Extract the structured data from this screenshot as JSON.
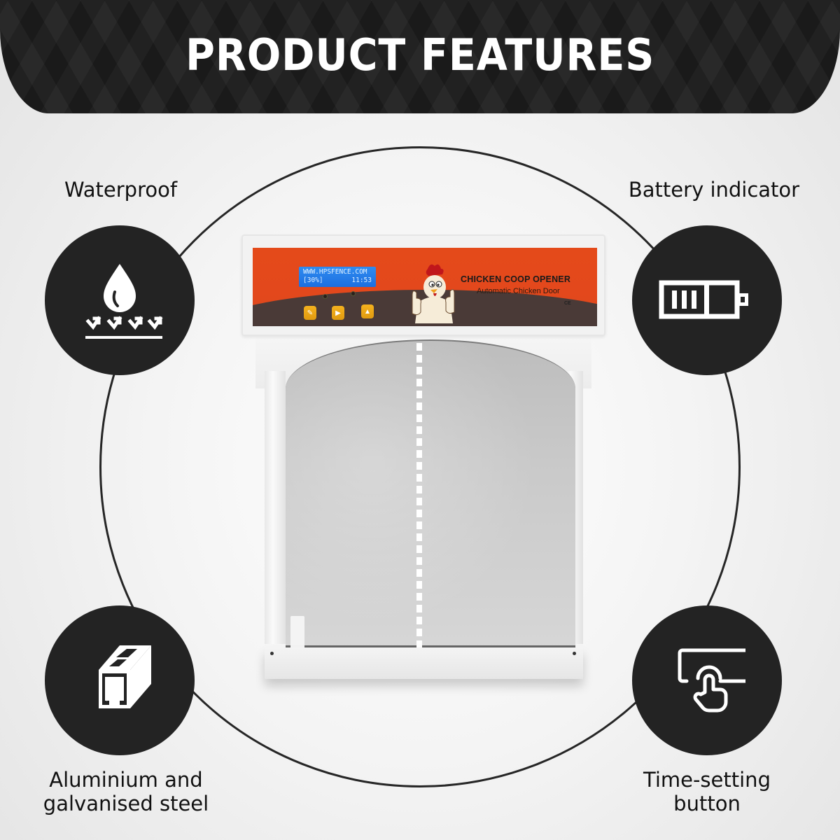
{
  "header": {
    "title": "PRODUCT FEATURES"
  },
  "features": [
    {
      "id": "waterproof",
      "label": "Waterproof",
      "icon": "water-drop-icon"
    },
    {
      "id": "battery",
      "label": "Battery indicator",
      "icon": "battery-icon"
    },
    {
      "id": "material",
      "label_line1": "Aluminium and",
      "label_line2": "galvanised steel",
      "icon": "aluminium-profile-icon"
    },
    {
      "id": "time",
      "label_line1": "Time-setting",
      "label_line2": "button",
      "icon": "touch-button-icon"
    }
  ],
  "product": {
    "name": "CHICKEN COOP OPENER",
    "subtitle": "Automatic Chicken Door",
    "certification": "CE",
    "lcd": {
      "line1": "WWW.HPSFENCE.COM",
      "battery": "[30%]",
      "time": "11:53"
    },
    "buttons": [
      {
        "name": "set",
        "glyph": "✎"
      },
      {
        "name": "right",
        "glyph": "▶"
      },
      {
        "name": "up",
        "glyph": "▲"
      }
    ]
  },
  "colors": {
    "header_bg": "#1a1a1a",
    "circle_bg": "#232323",
    "panel_orange": "#e44a1a",
    "panel_brown": "#4a3a37",
    "lcd_blue": "#1c6fe0",
    "button_yellow": "#f5b21e"
  }
}
